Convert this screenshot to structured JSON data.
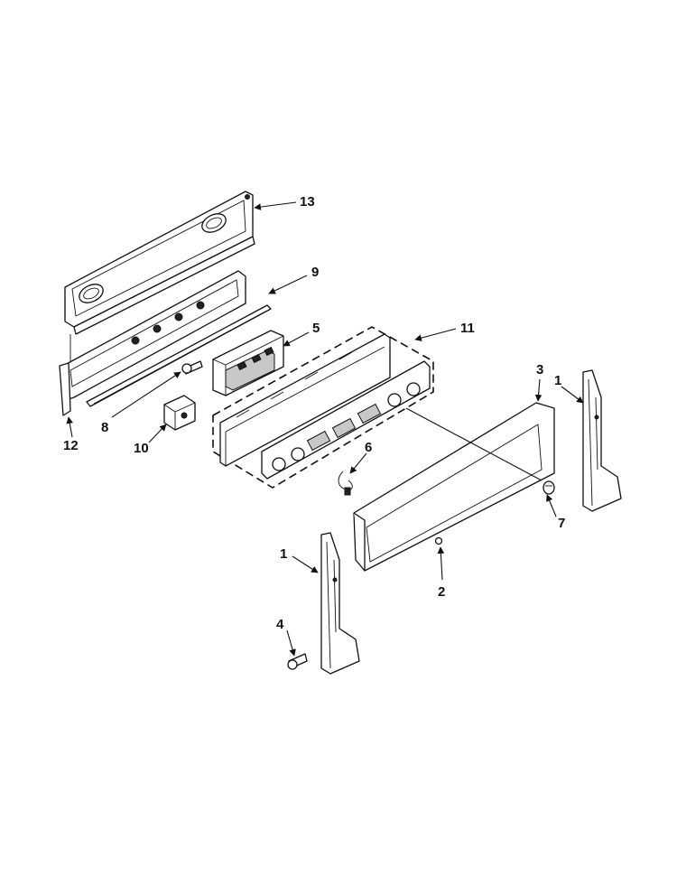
{
  "callouts": {
    "c13": "13",
    "c9": "9",
    "c5": "5",
    "c11": "11",
    "c3": "3",
    "c1a": "1",
    "c1b": "1",
    "c8": "8",
    "c12": "12",
    "c10": "10",
    "c6": "6",
    "c7": "7",
    "c2": "2",
    "c4": "4"
  },
  "colors": {
    "line": "#111111",
    "background": "#ffffff",
    "shade": "#c8c8c8"
  }
}
